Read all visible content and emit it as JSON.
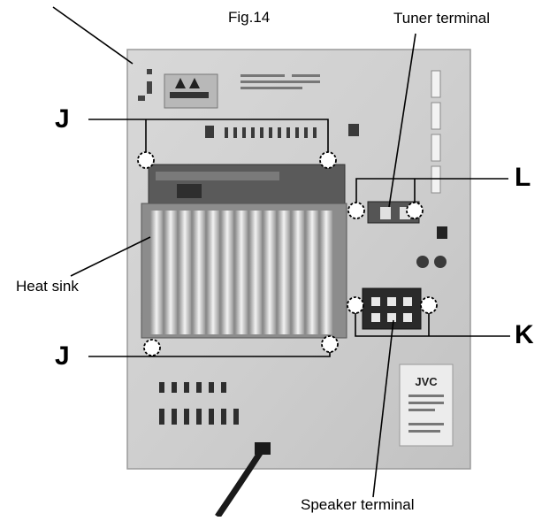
{
  "figure": {
    "title": "Fig.14",
    "labels": {
      "tuner_terminal": "Tuner terminal",
      "heat_sink": "Heat sink",
      "speaker_terminal": "Speaker terminal",
      "screw_group_j_top": "J",
      "screw_group_j_bottom": "J",
      "screw_group_l": "L",
      "screw_group_k": "K"
    },
    "brand_mark": "JVC"
  }
}
